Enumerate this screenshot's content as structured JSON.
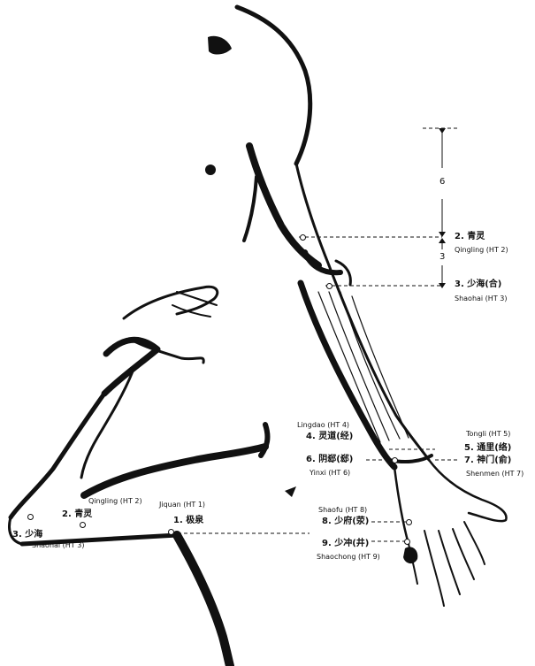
{
  "dimensions": {
    "upper": "6",
    "lower": "3"
  },
  "points": {
    "qingling": {
      "cn": "2. 青灵",
      "py": "Qingling (HT 2)"
    },
    "shaohai": {
      "cn": "3. 少海(合)",
      "py": "Shaohai (HT 3)"
    },
    "lingdao": {
      "cn": "4. 灵道(经)",
      "py": "Lingdao (HT 4)"
    },
    "yinxi": {
      "cn": "6. 阴郄(郄)",
      "py": "Yinxi (HT 6)"
    },
    "tongli": {
      "cn": "5. 通里(络)",
      "py": "Tongli (HT 5)"
    },
    "shenmen": {
      "cn": "7. 神门(俞)",
      "py": "Shenmen (HT 7)"
    },
    "shaofu": {
      "cn": "8. 少府(荥)",
      "py": "Shaofu (HT 8)"
    },
    "shaochong": {
      "cn": "9. 少冲(井)",
      "py": "Shaochong (HT 9)"
    },
    "left_qingling": {
      "py": "Qingling (HT 2)",
      "cn": "2. 青灵"
    },
    "left_jiquan": {
      "py": "Jiquan (HT 1)",
      "cn": "1. 极泉"
    },
    "left_shaohai": {
      "cn": "3. 少海",
      "py": "Shaohai (HT 3)"
    }
  }
}
